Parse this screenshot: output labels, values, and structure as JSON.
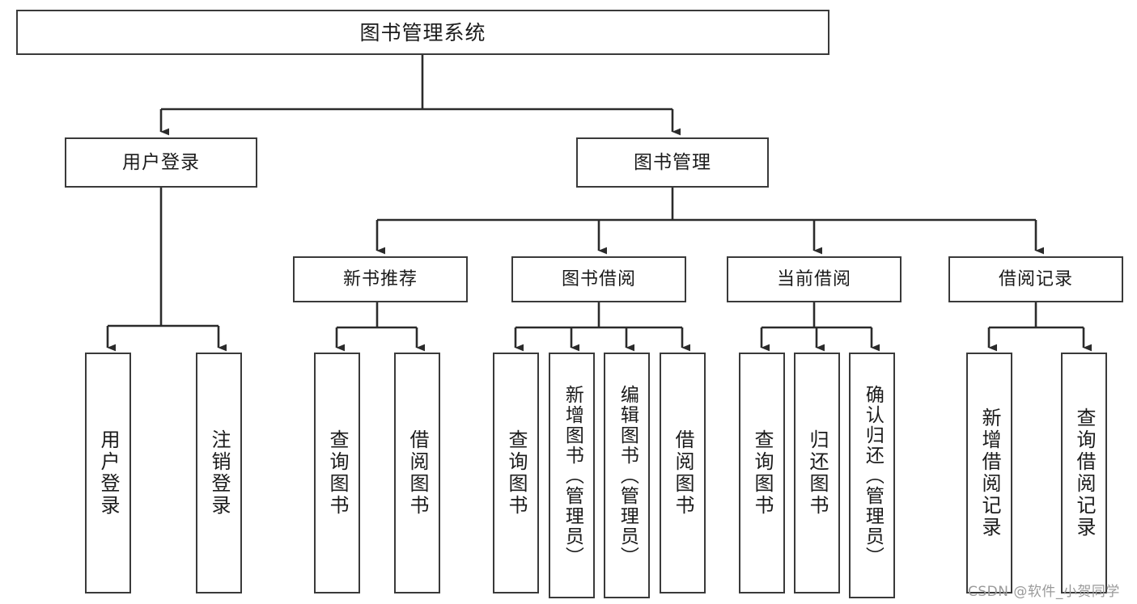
{
  "diagram": {
    "type": "tree-hierarchy",
    "title": "图书管理系统",
    "orientation": "top-down",
    "colors": {
      "box_border": "#3a3a3a",
      "box_fill": "#ffffff",
      "connector": "#2b2b2b",
      "text": "#1b1b1b",
      "watermark": "#9a9a9a",
      "background": "#ffffff"
    },
    "root": {
      "label": "图书管理系统"
    },
    "level2": [
      {
        "id": "user-login",
        "label": "用户登录"
      },
      {
        "id": "book-management",
        "label": "图书管理"
      }
    ],
    "level3": [
      {
        "id": "new-book-recommend",
        "label": "新书推荐",
        "parent": "book-management"
      },
      {
        "id": "book-borrow",
        "label": "图书借阅",
        "parent": "book-management"
      },
      {
        "id": "current-borrow",
        "label": "当前借阅",
        "parent": "book-management"
      },
      {
        "id": "borrow-record",
        "label": "借阅记录",
        "parent": "book-management"
      }
    ],
    "leaves": [
      {
        "id": "leaf-user-login",
        "label": "用户登录",
        "parent": "user-login"
      },
      {
        "id": "leaf-logout-login",
        "label": "注销登录",
        "parent": "user-login"
      },
      {
        "id": "leaf-query-book-1",
        "label": "查询图书",
        "parent": "new-book-recommend"
      },
      {
        "id": "leaf-borrow-book-1",
        "label": "借阅图书",
        "parent": "new-book-recommend"
      },
      {
        "id": "leaf-query-book-2",
        "label": "查询图书",
        "parent": "book-borrow"
      },
      {
        "id": "leaf-add-book",
        "label": "新增图书（管理员）",
        "parent": "book-borrow"
      },
      {
        "id": "leaf-edit-book",
        "label": "编辑图书（管理员）",
        "parent": "book-borrow"
      },
      {
        "id": "leaf-borrow-book-2",
        "label": "借阅图书",
        "parent": "book-borrow"
      },
      {
        "id": "leaf-query-book-3",
        "label": "查询图书",
        "parent": "current-borrow"
      },
      {
        "id": "leaf-return-book",
        "label": "归还图书",
        "parent": "current-borrow"
      },
      {
        "id": "leaf-confirm-return",
        "label": "确认归还（管理员）",
        "parent": "current-borrow"
      },
      {
        "id": "leaf-add-record",
        "label": "新增借阅记录",
        "parent": "borrow-record"
      },
      {
        "id": "leaf-query-record",
        "label": "查询借阅记录",
        "parent": "borrow-record"
      }
    ],
    "watermark": "CSDN @软件_小贺同学"
  }
}
